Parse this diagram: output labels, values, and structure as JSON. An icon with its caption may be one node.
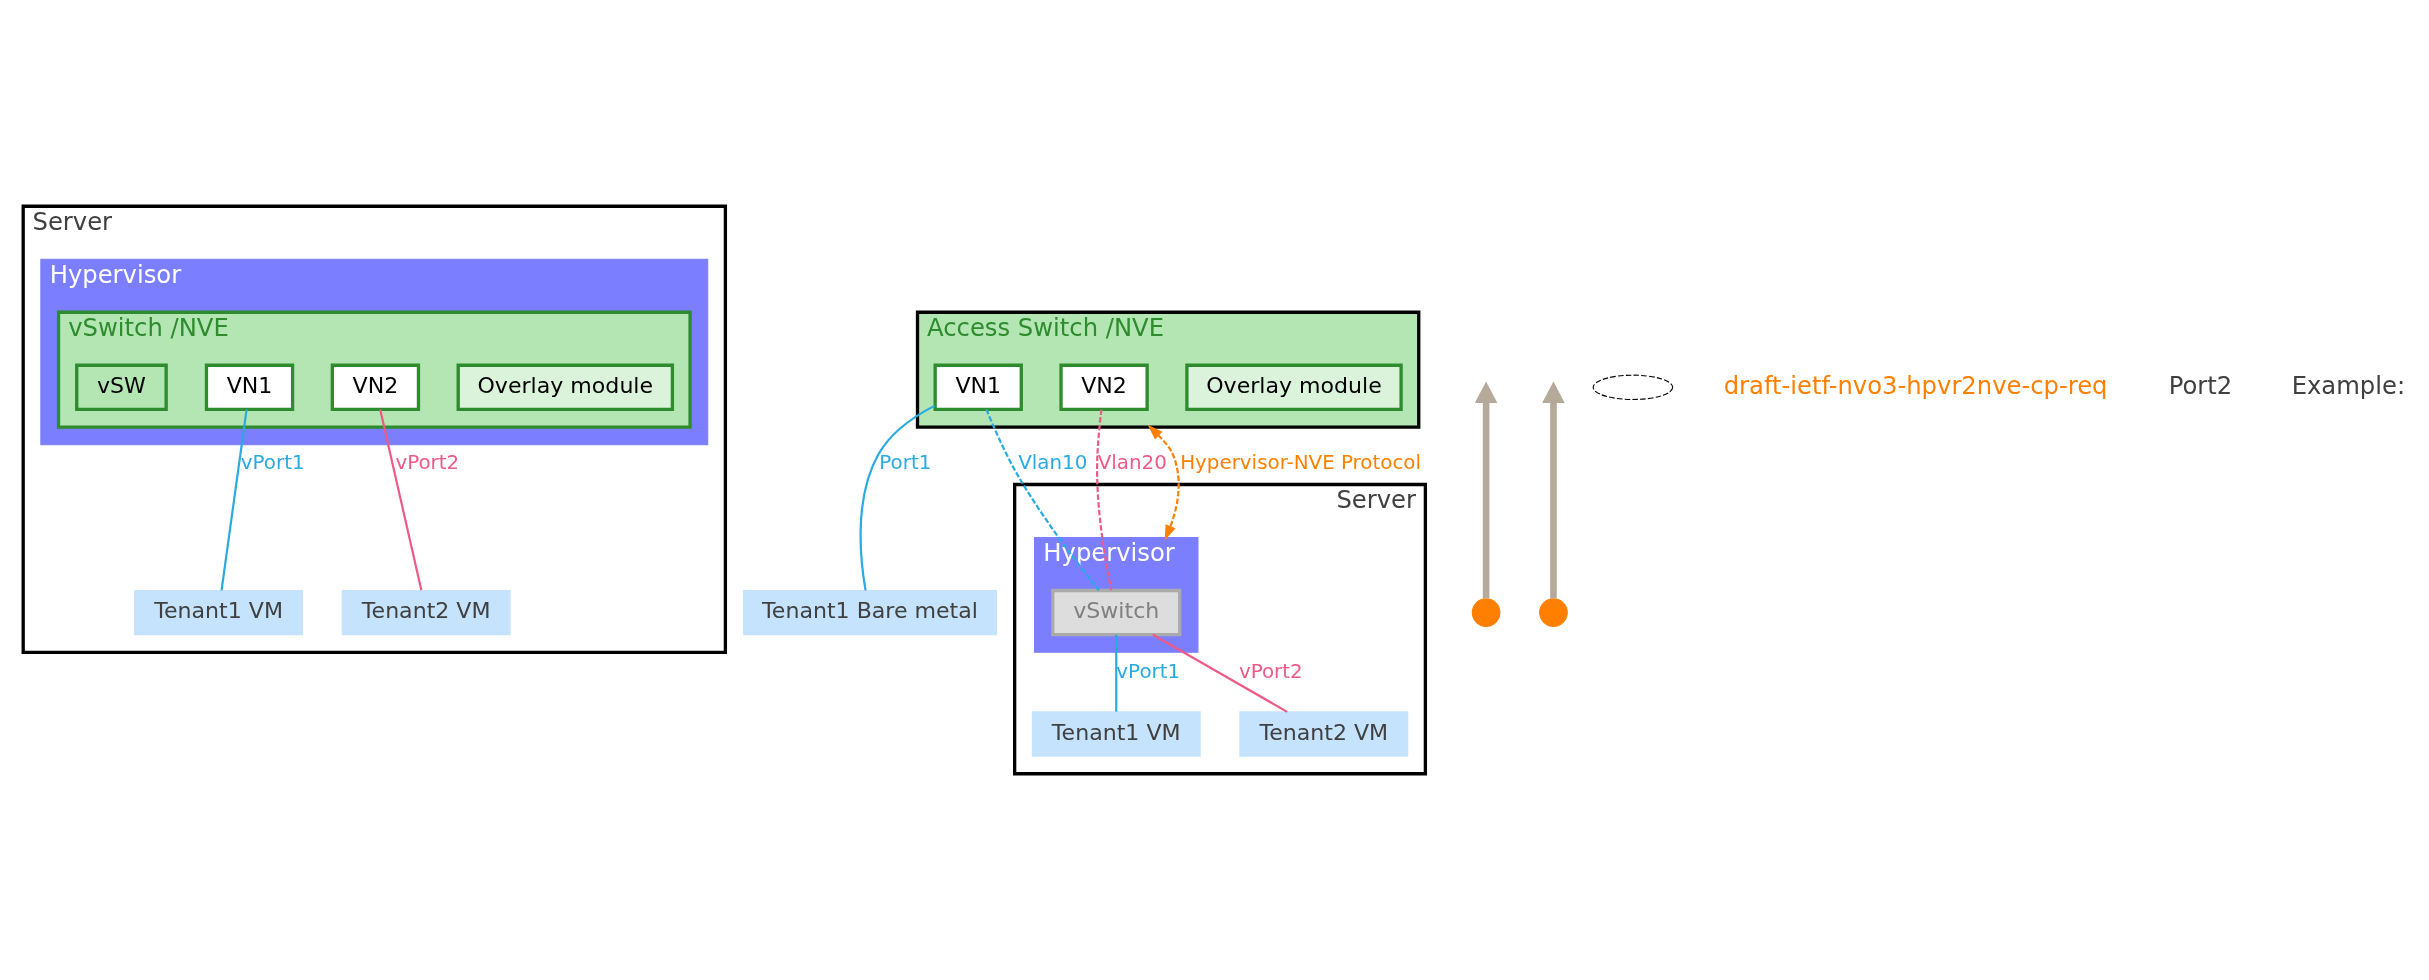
{
  "diagram": {
    "nodes": [
      {
        "text": [
          "Server"
        ]
      },
      {
        "text": [
          "Hypervisor"
        ],
        "in": 0
      },
      {
        "text": [
          "vSwitch /NVE"
        ],
        "in": 1
      },
      {
        "text": [
          "Overlay module"
        ],
        "in": 2
      },
      {
        "text": [
          "VN1"
        ],
        "in": 2
      },
      {
        "text": [
          "VN2"
        ],
        "in": 2
      },
      {
        "text": [
          "vSW"
        ],
        "in": 2
      },
      {
        "text": [
          "Tenant1 VM"
        ],
        "in": 0
      },
      {
        "text": [
          "Tenant2 VM"
        ],
        "in": 0
      },
      {
        "text": [
          "Access Switch /NVE"
        ]
      },
      {
        "text": [
          "Overlay module"
        ],
        "in": 9
      },
      {
        "text": [
          "VN1"
        ],
        "in": 9
      },
      {
        "text": [
          "VN2"
        ],
        "in": 9
      },
      {
        "text": [
          "Tenant1 Bare metal"
        ]
      },
      {
        "text": [
          "Server"
        ]
      },
      {
        "text": [
          "Hypervisor"
        ],
        "in": 14
      },
      {
        "text": [
          "vSwitch"
        ],
        "in": 15
      },
      {
        "text": [
          "Tenant1 VM"
        ],
        "in": 14
      },
      {
        "text": [
          "Tenant2 VM"
        ],
        "in": 14
      },
      {
        "text": [],
        "shape": "circle"
      },
      {
        "text": [],
        "shape": "circle"
      },
      {
        "text": [],
        "shape": "ellipse"
      }
    ],
    "edges": [
      {
        "from": 19,
        "to": null,
        "arrow": "to",
        "style": "thick",
        "color": "#b5a99a"
      },
      {
        "from": 4,
        "to": 7,
        "arrow": "none",
        "label": "vPort1",
        "color": "#29abe2"
      },
      {
        "from": 5,
        "to": 8,
        "arrow": "none",
        "label": "vPort2",
        "color": "#ee5a86"
      },
      {
        "from": 20,
        "to": null,
        "arrow": "to",
        "style": "thick",
        "color": "#b5a99a"
      },
      {
        "from": 11,
        "to": 13,
        "arrow": "none",
        "label": "Port1",
        "color": "#29abe2"
      },
      {
        "from": 11,
        "to": 16,
        "arrow": "none",
        "label": "Vlan10",
        "style": "dashed",
        "color": "#29abe2"
      },
      {
        "from": 12,
        "to": 16,
        "arrow": "none",
        "label": "Vlan20",
        "style": "dashed",
        "color": "#ee5a86"
      },
      {
        "from": 9,
        "to": 15,
        "arrow": "both",
        "label": "Hypervisor-NVE Protocol",
        "style": "dashed",
        "color": "#ff8000"
      },
      {
        "from": 16,
        "to": 17,
        "arrow": "none",
        "label": "vPort1",
        "color": "#29abe2"
      },
      {
        "from": 16,
        "to": 18,
        "arrow": "none",
        "label": "vPort2",
        "color": "#ee5a86"
      }
    ],
    "labels": [
      "draft-ietf-nvo3-hpvr2nve-cp-req",
      "Port2",
      "Example:"
    ]
  }
}
